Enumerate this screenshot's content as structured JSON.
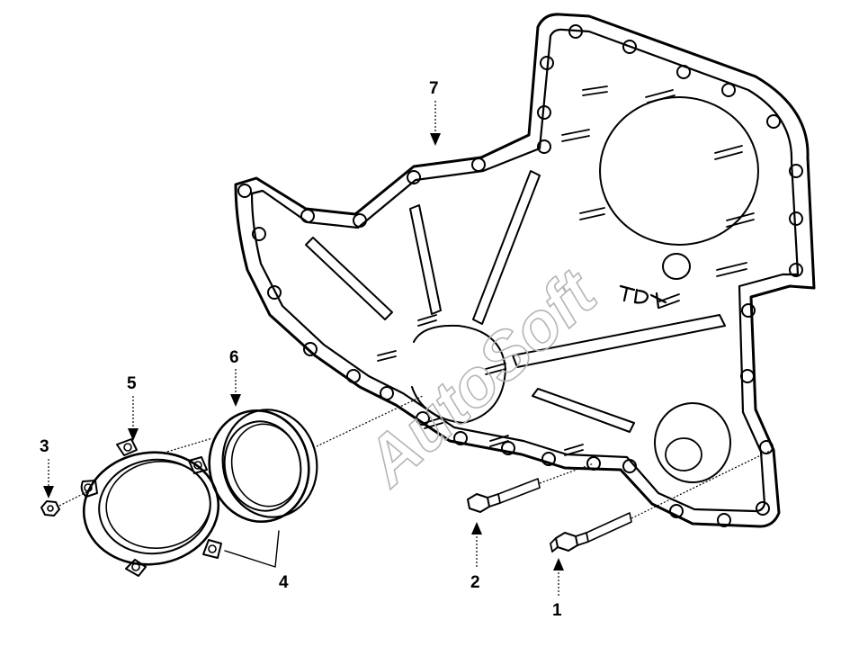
{
  "diagram": {
    "watermark": "AutoSoft",
    "callouts": [
      {
        "id": "1",
        "label": "1"
      },
      {
        "id": "2",
        "label": "2"
      },
      {
        "id": "3",
        "label": "3"
      },
      {
        "id": "4",
        "label": "4"
      },
      {
        "id": "5",
        "label": "5"
      },
      {
        "id": "6",
        "label": "6"
      },
      {
        "id": "7",
        "label": "7"
      }
    ]
  }
}
